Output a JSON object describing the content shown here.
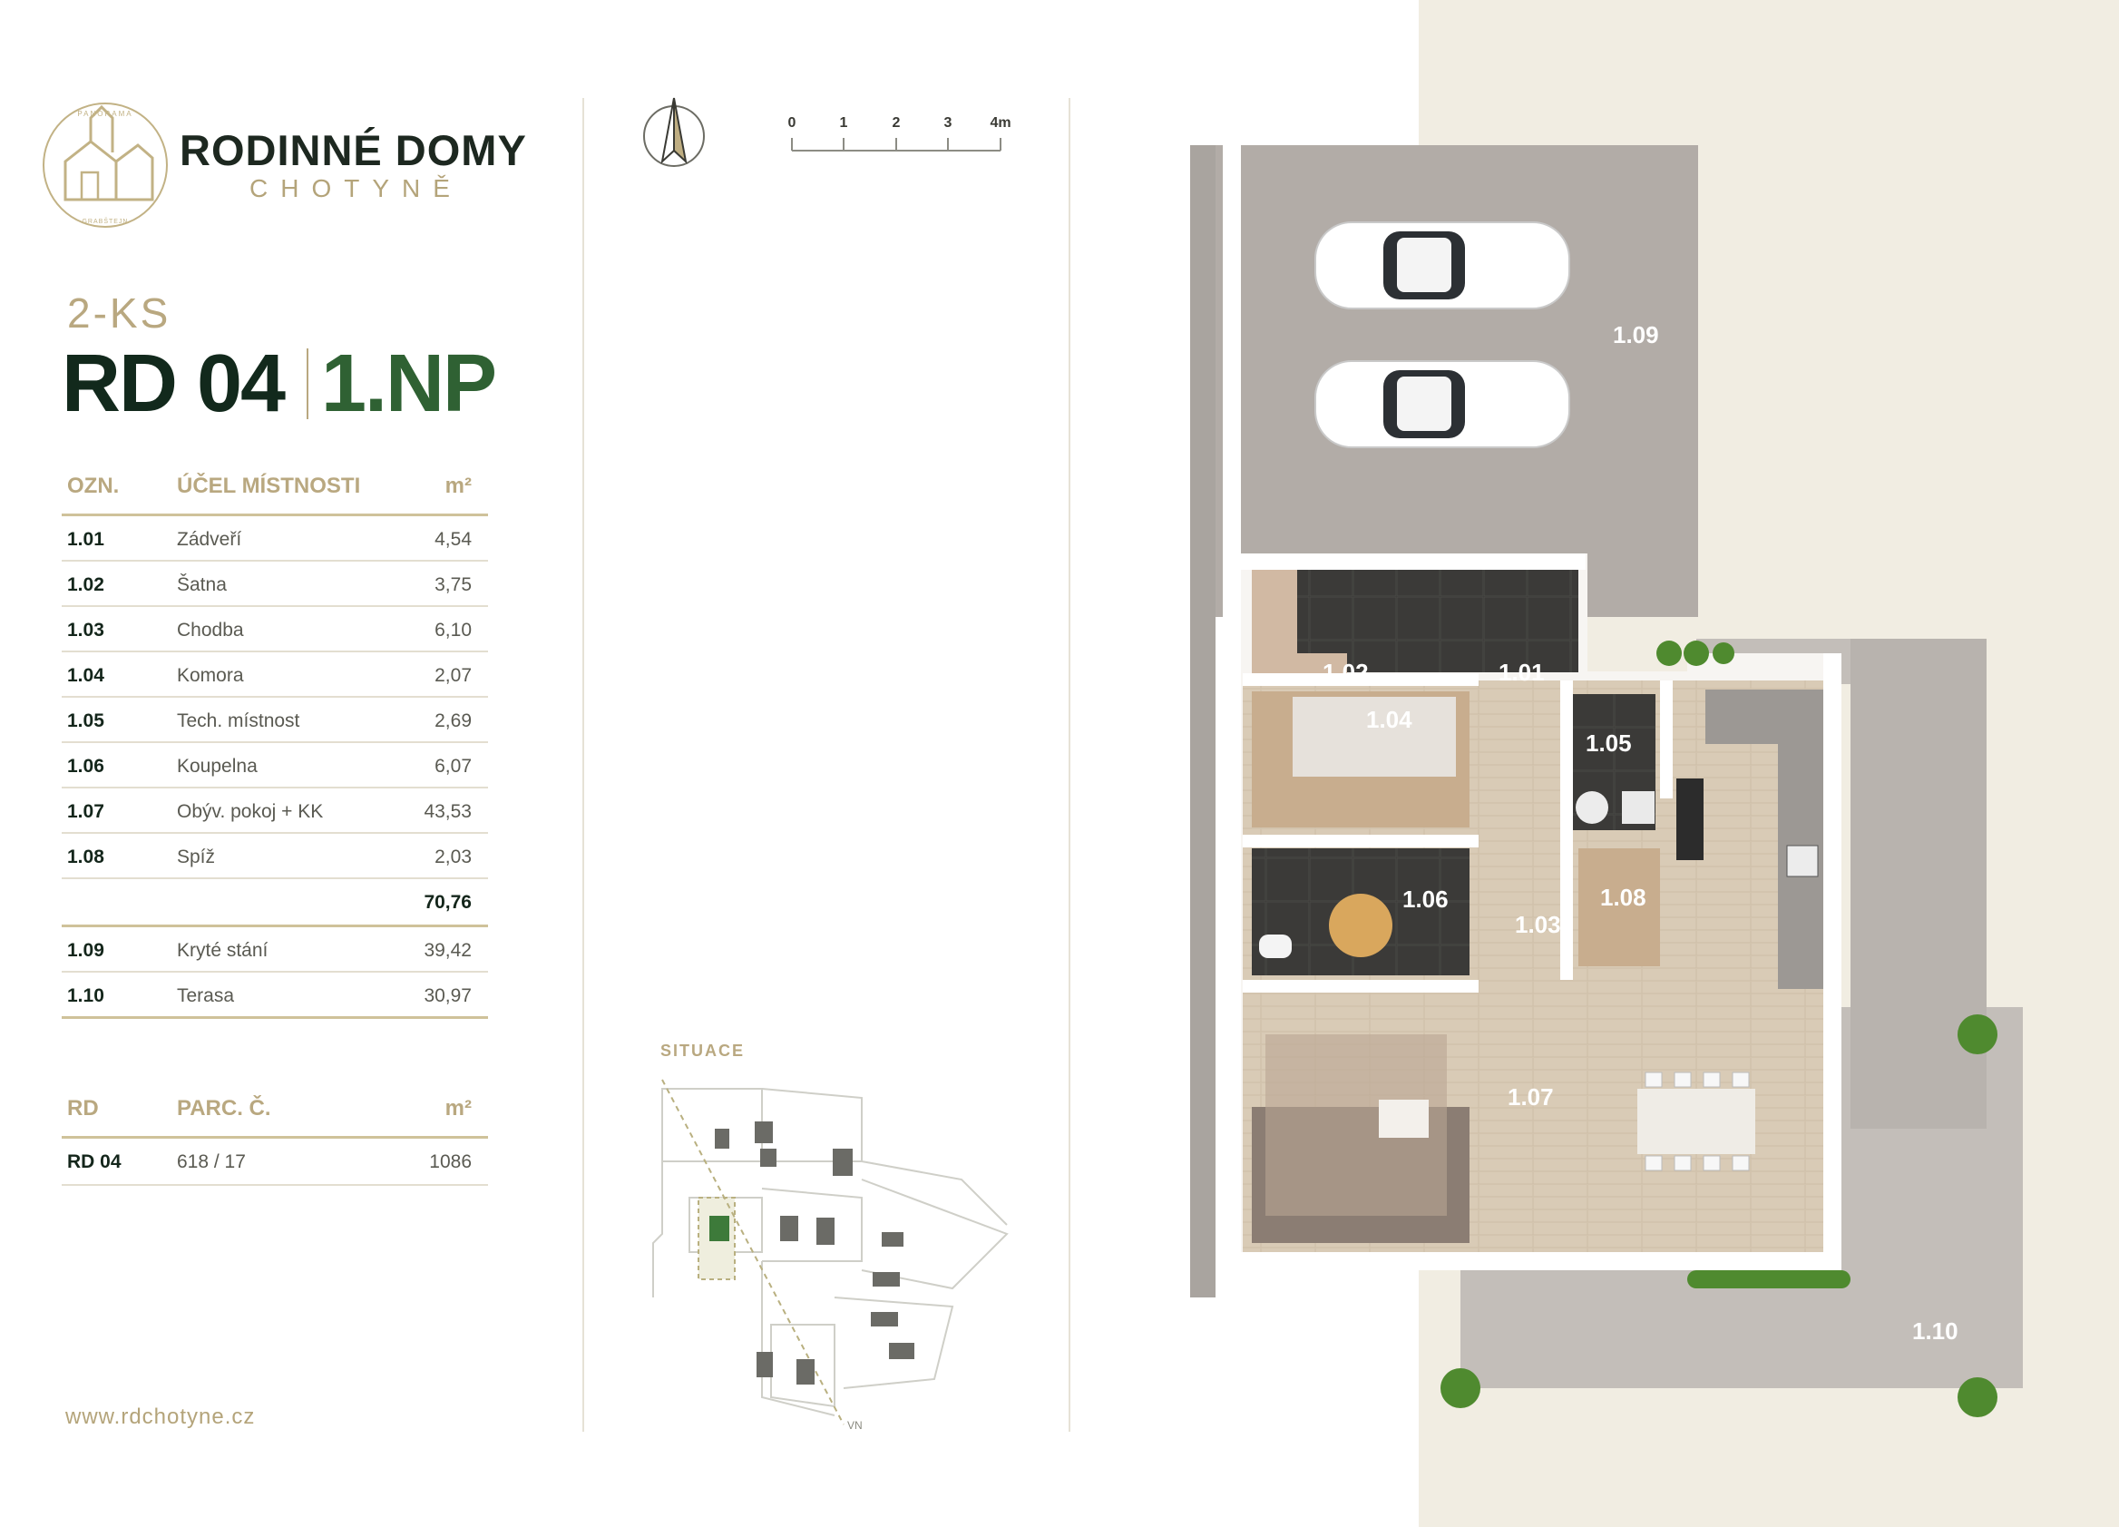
{
  "brand": {
    "title": "RODINNÉ DOMY",
    "subtitle": "CHOTYNĚ",
    "seal_top": "PANORAMA",
    "seal_bottom": "GRABŠTEJN"
  },
  "house": {
    "type": "2-KS",
    "id": "RD 04",
    "floor": "1.NP"
  },
  "rooms_table": {
    "headers": [
      "OZN.",
      "ÚČEL MÍSTNOSTI",
      "m²"
    ],
    "rows": [
      {
        "code": "1.01",
        "name": "Zádveří",
        "area": "4,54"
      },
      {
        "code": "1.02",
        "name": "Šatna",
        "area": "3,75"
      },
      {
        "code": "1.03",
        "name": "Chodba",
        "area": "6,10"
      },
      {
        "code": "1.04",
        "name": "Komora",
        "area": "2,07"
      },
      {
        "code": "1.05",
        "name": "Tech. místnost",
        "area": "2,69"
      },
      {
        "code": "1.06",
        "name": "Koupelna",
        "area": "6,07"
      },
      {
        "code": "1.07",
        "name": "Obýv. pokoj + KK",
        "area": "43,53"
      },
      {
        "code": "1.08",
        "name": "Spíž",
        "area": "2,03"
      }
    ],
    "total": "70,76",
    "extra_rows": [
      {
        "code": "1.09",
        "name": "Kryté stání",
        "area": "39,42"
      },
      {
        "code": "1.10",
        "name": "Terasa",
        "area": "30,97"
      }
    ]
  },
  "parcel_table": {
    "headers": [
      "RD",
      "PARC. Č.",
      "m²"
    ],
    "rows": [
      {
        "code": "RD 04",
        "name": "618 / 17",
        "area": "1086"
      }
    ]
  },
  "website": "www.rdchotyne.cz",
  "scale_bar": {
    "ticks": [
      "0",
      "1",
      "2",
      "3",
      "4m"
    ]
  },
  "situace": {
    "label": "SITUACE",
    "vn_label": "VN"
  },
  "plan_labels": {
    "r101": "1.01",
    "r102": "1.02",
    "r103": "1.03",
    "r104": "1.04",
    "r105": "1.05",
    "r106": "1.06",
    "r107": "1.07",
    "r108": "1.08",
    "r109": "1.09",
    "r110": "1.10"
  },
  "colors": {
    "brand_dark": "#12291c",
    "brand_green": "#2f6133",
    "gold": "#b9a880",
    "beige_bg": "#f1ede2"
  },
  "icons": [
    "panorama-seal-logo",
    "north-arrow-icon",
    "car-icon"
  ]
}
